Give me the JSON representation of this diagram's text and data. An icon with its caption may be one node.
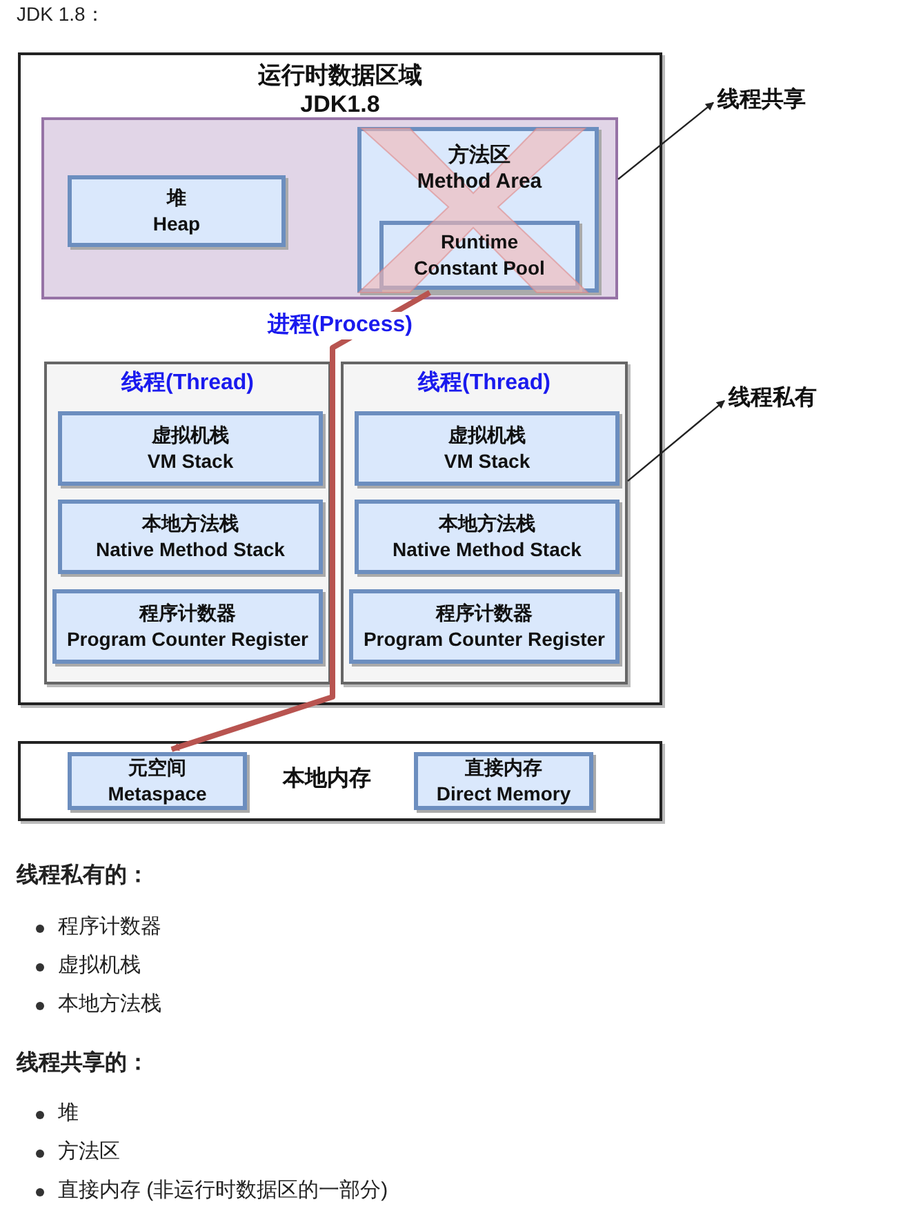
{
  "diagram": {
    "nodes": [
      {
        "text": [
          "运行时数据区域 JDK1.8",
          "进程(Process)"
        ]
      },
      {
        "text": [],
        "shape": "box",
        "in": 0
      },
      {
        "text": [
          "堆 Heap"
        ],
        "in": 1
      },
      {
        "text": [
          "方法区 Method Area"
        ],
        "in": 1
      },
      {
        "text": [
          "Runtime Constant Pool"
        ],
        "in": 3
      },
      {
        "text": [
          "线程(Thread)"
        ],
        "in": 0
      },
      {
        "text": [
          "虚拟机栈 VM Stack"
        ],
        "in": 5
      },
      {
        "text": [
          "本地方法栈 Native Method Stack"
        ],
        "in": 5
      },
      {
        "text": [
          "程序计数器 Program Counter Register"
        ],
        "in": 5
      },
      {
        "text": [
          "线程(Thread)"
        ],
        "in": 0
      },
      {
        "text": [
          "虚拟机栈 VM Stack"
        ],
        "in": 9
      },
      {
        "text": [
          "本地方法栈 Native Method Stack"
        ],
        "in": 9
      },
      {
        "text": [
          "程序计数器 Program Counter Register"
        ],
        "in": 9
      },
      {
        "text": [
          "本地内存"
        ]
      },
      {
        "text": [
          "元空间 Metaspace"
        ],
        "in": 13
      },
      {
        "text": [
          "直接内存 Direct Memory"
        ],
        "in": 13
      },
      {
        "text": [
          "线程共享"
        ]
      },
      {
        "text": [
          "线程私有"
        ]
      }
    ],
    "edges": [
      {
        "from": 1,
        "to": 16,
        "arrow": "to"
      },
      {
        "from": 9,
        "to": 17,
        "arrow": "to"
      },
      {
        "from": 3,
        "to": 14,
        "arrow": "to",
        "style": "thick",
        "color": "#b85450"
      }
    ],
    "labels": [
      "JDK 1.8：",
      "线程私有的：",
      "程序计数器",
      "虚拟机栈",
      "本地方法栈",
      "线程共享的：",
      "堆",
      "方法区",
      "直接内存 (非运行时数据区的一部分)"
    ]
  }
}
